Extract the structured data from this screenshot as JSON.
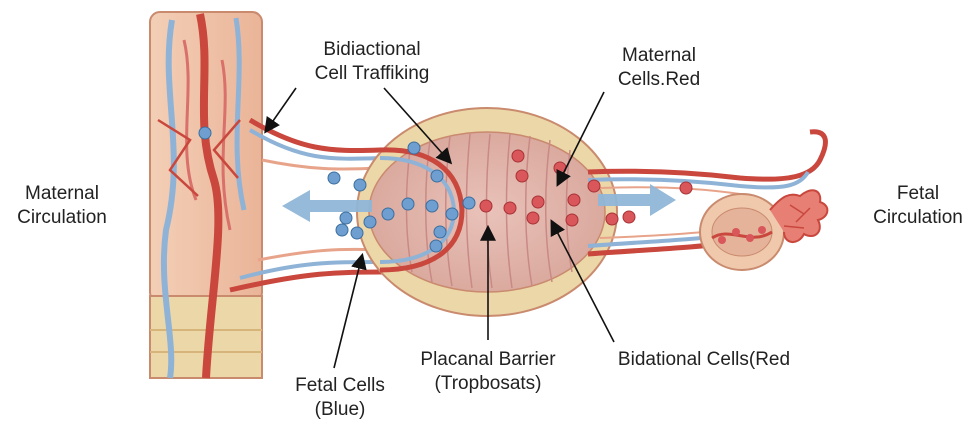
{
  "labels": {
    "maternal_circulation": [
      "Maternal",
      "Circulation"
    ],
    "fetal_circulation": [
      "Fetal",
      "Circulation"
    ],
    "bidirectional_trafficking": [
      "Bidiactional",
      "Cell Traffiking"
    ],
    "maternal_cells": [
      "Maternal",
      "Cells.Red"
    ],
    "fetal_cells": [
      "Fetal Cells",
      "(Blue)"
    ],
    "placental_barrier": [
      "Placanal Barrier",
      "(Tropbosats)"
    ],
    "bidirectional_cells": [
      "Bidational Cells(Red"
    ]
  },
  "colors": {
    "maternal_cell": "#d9575a",
    "fetal_cell": "#6f9fd1",
    "artery": "#c9473d",
    "vein": "#8fb3d6",
    "tissue": "#f0c9ad",
    "placenta_ring": "#ecd7a8",
    "flow_arrow": "#8fb6d8"
  }
}
